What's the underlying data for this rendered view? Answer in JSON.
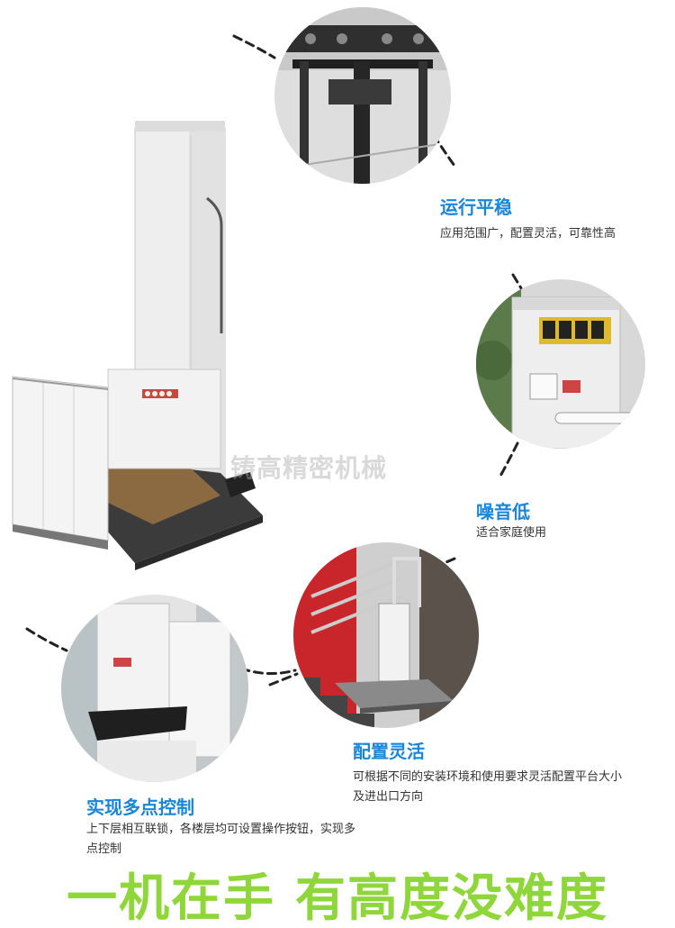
{
  "watermark": "铸高精密机械",
  "features": [
    {
      "title": "运行平稳",
      "desc": "应用范围广，配置灵活，可靠性高"
    },
    {
      "title": "噪音低",
      "desc": "适合家庭使用"
    },
    {
      "title": "配置灵活",
      "desc": "可根据不同的安装环境和使用要求灵活配置平台大小及进出口方向"
    },
    {
      "title": "实现多点控制",
      "desc": "上下层相互联锁，各楼层均可设置操作按钮，实现多点控制"
    }
  ],
  "slogan": {
    "part1": "一机在手",
    "part2": "有高度没难度"
  },
  "colors": {
    "title_blue": "#1a86d8",
    "slogan_green": "#8ed63a",
    "text": "#333333"
  }
}
